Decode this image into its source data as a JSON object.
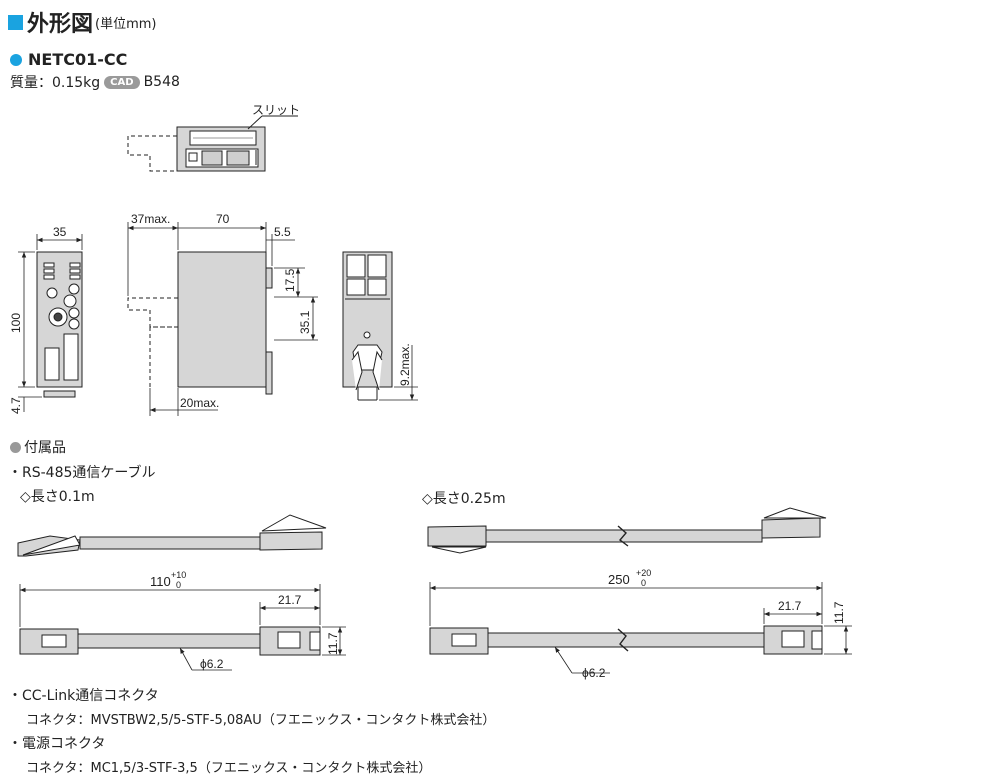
{
  "header": {
    "title": "外形図",
    "unit": "(単位mm)",
    "model": "NETC01-CC",
    "mass_label": "質量：0.15kg",
    "cad_badge": "CAD",
    "cad_code": "B548"
  },
  "drawing": {
    "slit_label": "スリット",
    "dim_35": "35",
    "dim_100": "100",
    "dim_4_7": "4.7",
    "dim_37max": "37max.",
    "dim_70": "70",
    "dim_5_5": "5.5",
    "dim_17_5": "17.5",
    "dim_35_1": "35.1",
    "dim_20max": "20max.",
    "dim_9_2max": "9.2max."
  },
  "accessories": {
    "heading": "付属品",
    "cable_title": "・RS-485通信ケーブル",
    "length_a": "◇長さ0.1m",
    "length_b": "◇長さ0.25m",
    "dim_110": "110",
    "tol_110_upper": "+10",
    "tol_110_lower": "0",
    "dim_250": "250",
    "tol_250_upper": "+20",
    "tol_250_lower": "0",
    "dim_21_7_a": "21.7",
    "dim_21_7_b": "21.7",
    "dim_11_7_a": "11.7",
    "dim_11_7_b": "11.7",
    "dim_phi_a": "ϕ6.2",
    "dim_phi_b": "ϕ6.2",
    "cclink_title": "・CC-Link通信コネクタ",
    "cclink_connector": "コネクタ：MVSTBW2,5/5-STF-5,08AU（フエニックス・コンタクト株式会社）",
    "power_title": "・電源コネクタ",
    "power_connector": "コネクタ：MC1,5/3-STF-3,5（フエニックス・コンタクト株式会社）"
  }
}
